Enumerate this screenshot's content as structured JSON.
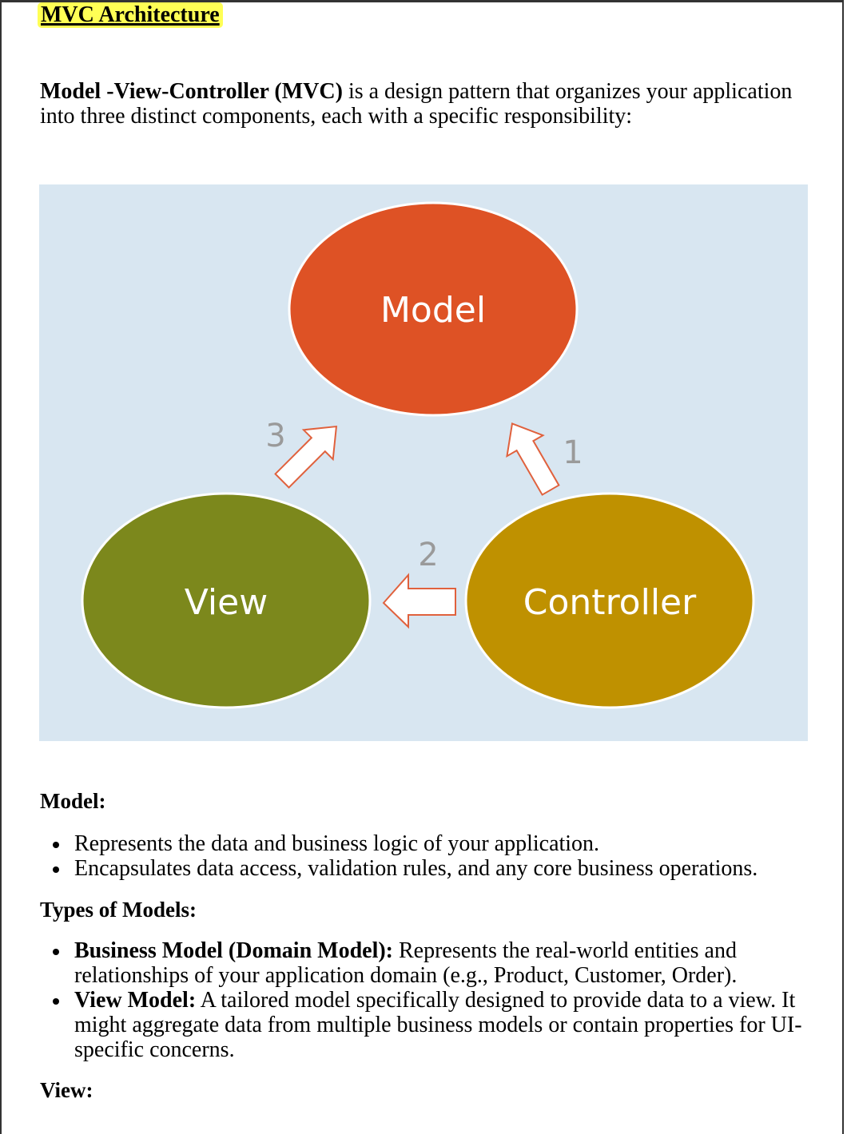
{
  "title": "MVC Architecture",
  "intro": {
    "bold": "Model -View-Controller (MVC)",
    "text": " is a design pattern that organizes your application into three distinct components, each with a specific responsibility:"
  },
  "diagram": {
    "nodes": {
      "model": "Model",
      "view": "View",
      "controller": "Controller"
    },
    "arrows": {
      "one": "1",
      "two": "2",
      "three": "3"
    },
    "colors": {
      "background": "#d8e6f1",
      "model": "#de5225",
      "view": "#7c881c",
      "controller": "#bf9100",
      "arrow_outline": "#e0613d",
      "number": "#9a9a9a"
    }
  },
  "model_section": {
    "heading": "Model:",
    "items": [
      "Represents the data and business logic of your application.",
      "Encapsulates data access, validation rules, and any core business operations."
    ]
  },
  "types_section": {
    "heading": "Types of Models:",
    "items": [
      {
        "bold": "Business Model (Domain Model):",
        "text": " Represents the real-world entities and relationships of your application domain (e.g., Product, Customer, Order)."
      },
      {
        "bold": "View Model:",
        "text": " A tailored model specifically designed to provide data to a view. It might aggregate data from multiple business models or contain properties for UI-specific concerns."
      }
    ]
  },
  "view_section": {
    "heading": "View:"
  }
}
